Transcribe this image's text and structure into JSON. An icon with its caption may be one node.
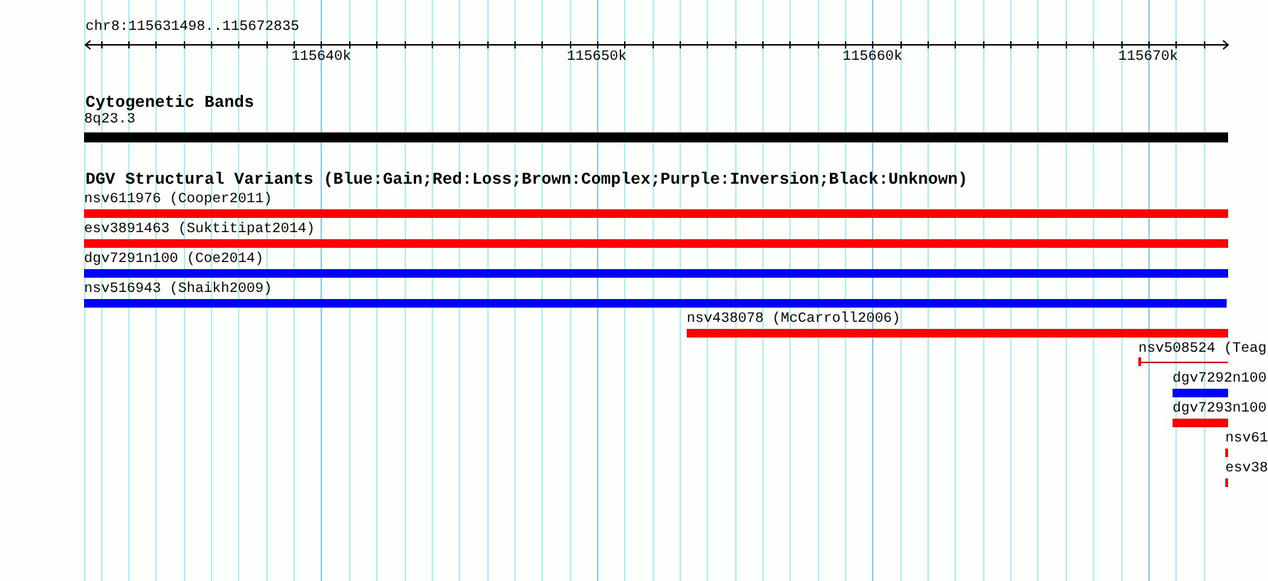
{
  "diagram": {
    "nodes": [
      {
        "text": [
          "8q23.3"
        ]
      },
      {
        "text": [
          "nsv611976 (Cooper2011)"
        ]
      },
      {
        "text": [
          "esv3891463 (Suktitipat2014)"
        ]
      },
      {
        "text": [
          "dgv7291n100 (Coe2014)"
        ]
      },
      {
        "text": [
          "nsv516943 (Shaikh2009)"
        ]
      },
      {
        "text": [
          "nsv438078 (McCarroll2006)"
        ]
      },
      {
        "text": [
          "nsv508524 (Teag"
        ]
      },
      {
        "text": [
          "dgv7292n100"
        ]
      },
      {
        "text": [
          "dgv7293n100"
        ]
      },
      {
        "text": [
          "nsv61"
        ]
      },
      {
        "text": [
          "esv38"
        ]
      }
    ],
    "labels": [
      "chr8:115631498..115672835",
      "115640k",
      "115650k",
      "115660k",
      "115670k",
      "Cytogenetic Bands",
      "DGV Structural Variants (Blue:Gain;Red:Loss;Brown:Complex;Purple:Inversion;Black:Unknown)"
    ]
  }
}
